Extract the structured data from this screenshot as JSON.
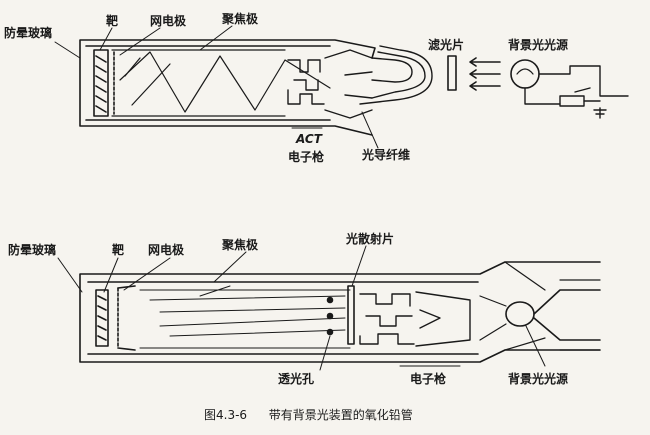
{
  "figure_top": {
    "labels": {
      "anti_halo_glass": "防晕玻璃",
      "target": "靶",
      "mesh_electrode": "网电极",
      "focus_electrode": "聚焦极",
      "filter": "滤光片",
      "background_light_source": "背景光光源",
      "act": "ACT",
      "electron_gun": "电子枪",
      "light_guide_fiber": "光导纤维"
    }
  },
  "figure_bottom": {
    "labels": {
      "anti_halo_glass": "防晕玻璃",
      "target": "靶",
      "mesh_electrode": "网电极",
      "focus_electrode": "聚焦极",
      "light_diffuser": "光散射片",
      "light_hole": "透光孔",
      "electron_gun": "电子枪",
      "background_light_source": "背景光光源"
    }
  },
  "caption": {
    "number": "图4.3-6",
    "text": "带有背景光装置的氧化铅管"
  }
}
